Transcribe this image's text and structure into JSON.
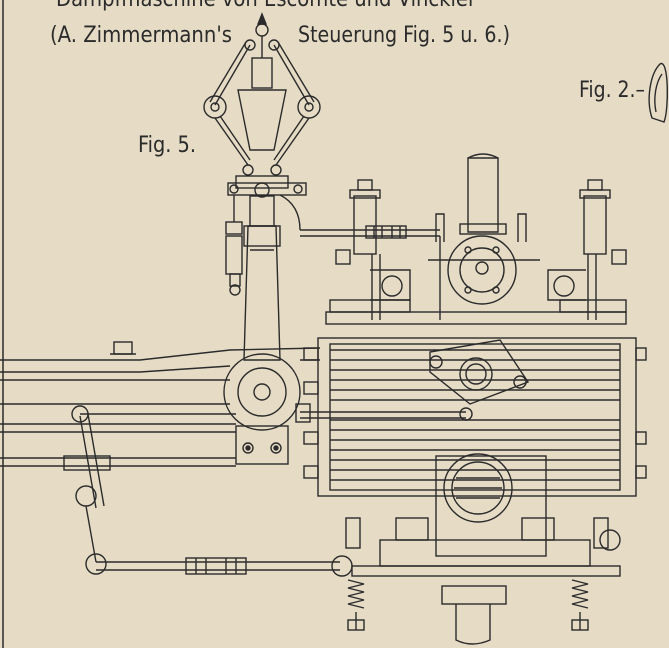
{
  "plate": {
    "heading_top": "Dampfmaschine von Escomte und Vinckler",
    "heading_line": "(A. Zimmermann's",
    "heading_line_right": "Steuerung  Fig. 5 u. 6.)",
    "figure_label_main": "Fig. 5.",
    "figure_label_side": "Fig. 2.–"
  },
  "colors": {
    "paper": "#e6dcc6",
    "ink": "#2b2b2b"
  }
}
